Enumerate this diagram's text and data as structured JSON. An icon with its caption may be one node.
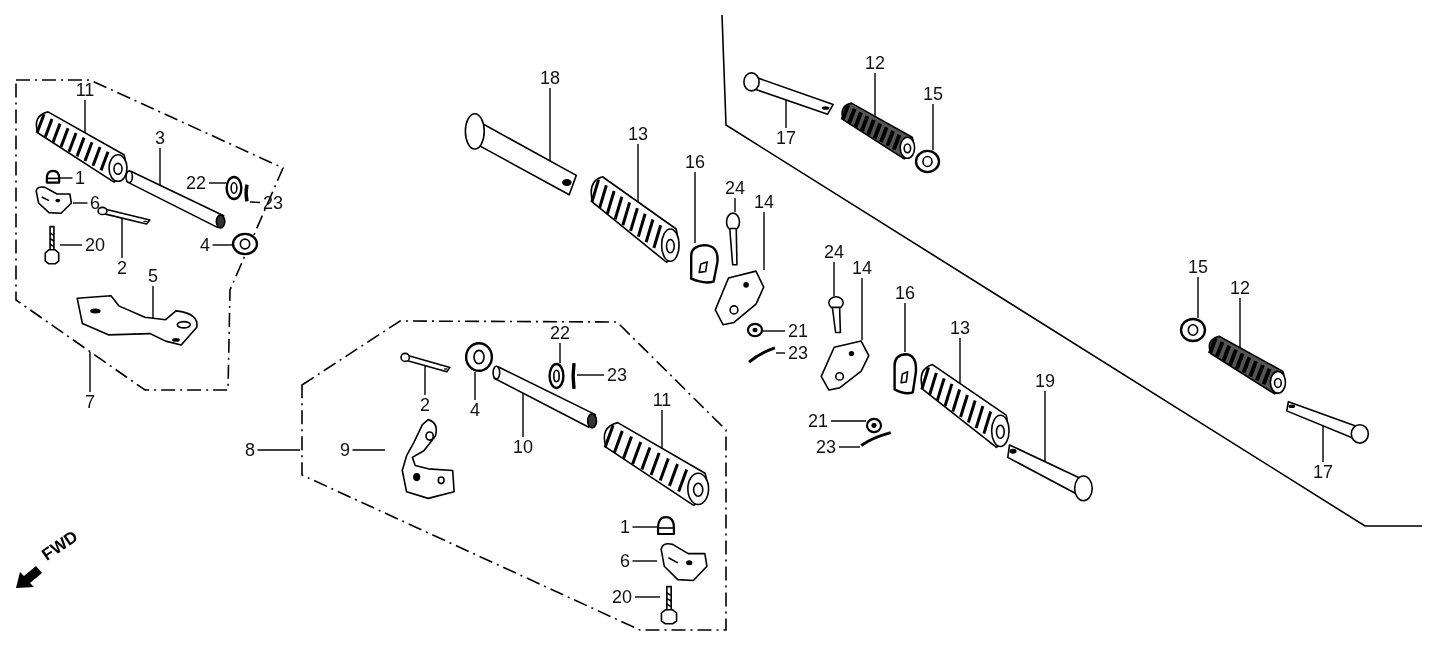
{
  "diagram": {
    "nodes": [
      {
        "text": [],
        "shape": "box"
      },
      {
        "text": [
          "11"
        ],
        "in": 0
      },
      {
        "text": [],
        "shape": "picture",
        "in": 0
      },
      {
        "text": [
          "1"
        ],
        "in": 0
      },
      {
        "text": [],
        "shape": "picture",
        "in": 0
      },
      {
        "text": [
          "6"
        ],
        "in": 0
      },
      {
        "text": [],
        "shape": "picture",
        "in": 0
      },
      {
        "text": [
          "3"
        ],
        "in": 0
      },
      {
        "text": [],
        "shape": "picture",
        "in": 0
      },
      {
        "text": [
          "22"
        ],
        "in": 0
      },
      {
        "text": [],
        "shape": "picture",
        "in": 0
      },
      {
        "text": [
          "23"
        ],
        "in": 0
      },
      {
        "text": [],
        "shape": "picture",
        "in": 0
      },
      {
        "text": [
          "20"
        ],
        "in": 0
      },
      {
        "text": [],
        "shape": "picture",
        "in": 0
      },
      {
        "text": [
          "2"
        ],
        "in": 0
      },
      {
        "text": [],
        "shape": "picture",
        "in": 0
      },
      {
        "text": [
          "4"
        ],
        "in": 0
      },
      {
        "text": [],
        "shape": "picture",
        "in": 0
      },
      {
        "text": [
          "5"
        ],
        "in": 0
      },
      {
        "text": [],
        "shape": "picture",
        "in": 0
      },
      {
        "text": [
          "7"
        ]
      },
      {
        "text": [
          "8"
        ]
      },
      {
        "text": [],
        "shape": "box"
      },
      {
        "text": [
          "2"
        ],
        "in": 23
      },
      {
        "text": [],
        "shape": "picture",
        "in": 23
      },
      {
        "text": [
          "4"
        ],
        "in": 23
      },
      {
        "text": [],
        "shape": "picture",
        "in": 23
      },
      {
        "text": [
          "22"
        ],
        "in": 23
      },
      {
        "text": [],
        "shape": "picture",
        "in": 23
      },
      {
        "text": [
          "23"
        ],
        "in": 23
      },
      {
        "text": [],
        "shape": "picture",
        "in": 23
      },
      {
        "text": [
          "9"
        ],
        "in": 23
      },
      {
        "text": [],
        "shape": "picture",
        "in": 23
      },
      {
        "text": [
          "10"
        ],
        "in": 23
      },
      {
        "text": [],
        "shape": "picture",
        "in": 23
      },
      {
        "text": [
          "11"
        ],
        "in": 23
      },
      {
        "text": [],
        "shape": "picture",
        "in": 23
      },
      {
        "text": [
          "1"
        ],
        "in": 23
      },
      {
        "text": [],
        "shape": "picture",
        "in": 23
      },
      {
        "text": [
          "6"
        ],
        "in": 23
      },
      {
        "text": [],
        "shape": "picture",
        "in": 23
      },
      {
        "text": [
          "20"
        ],
        "in": 23
      },
      {
        "text": [],
        "shape": "picture",
        "in": 23
      },
      {
        "text": [
          "18"
        ]
      },
      {
        "text": [],
        "shape": "picture"
      },
      {
        "text": [
          "13"
        ]
      },
      {
        "text": [],
        "shape": "picture"
      },
      {
        "text": [
          "16"
        ]
      },
      {
        "text": [],
        "shape": "picture"
      },
      {
        "text": [
          "24"
        ]
      },
      {
        "text": [],
        "shape": "picture"
      },
      {
        "text": [
          "14"
        ]
      },
      {
        "text": [],
        "shape": "picture"
      },
      {
        "text": [
          "21"
        ]
      },
      {
        "text": [],
        "shape": "picture"
      },
      {
        "text": [
          "23"
        ]
      },
      {
        "text": [],
        "shape": "picture"
      },
      {
        "text": [
          "17"
        ]
      },
      {
        "text": [],
        "shape": "picture"
      },
      {
        "text": [
          "12"
        ]
      },
      {
        "text": [],
        "shape": "picture"
      },
      {
        "text": [
          "15"
        ]
      },
      {
        "text": [],
        "shape": "picture"
      },
      {
        "text": [
          "24"
        ]
      },
      {
        "text": [],
        "shape": "picture"
      },
      {
        "text": [
          "14"
        ]
      },
      {
        "text": [],
        "shape": "picture"
      },
      {
        "text": [
          "16"
        ]
      },
      {
        "text": [],
        "shape": "picture"
      },
      {
        "text": [
          "13"
        ]
      },
      {
        "text": [],
        "shape": "picture"
      },
      {
        "text": [
          "19"
        ]
      },
      {
        "text": [],
        "shape": "picture"
      },
      {
        "text": [
          "21"
        ]
      },
      {
        "text": [],
        "shape": "picture"
      },
      {
        "text": [
          "23"
        ]
      },
      {
        "text": [],
        "shape": "picture"
      },
      {
        "text": [
          "15"
        ]
      },
      {
        "text": [],
        "shape": "picture"
      },
      {
        "text": [
          "12"
        ]
      },
      {
        "text": [],
        "shape": "picture"
      },
      {
        "text": [
          "17"
        ]
      },
      {
        "text": [],
        "shape": "picture"
      }
    ],
    "edges": [
      {
        "from": 1,
        "to": 2,
        "arrow": "none"
      },
      {
        "from": 3,
        "to": 4,
        "arrow": "none"
      },
      {
        "from": 5,
        "to": 6,
        "arrow": "none"
      },
      {
        "from": 7,
        "to": 8,
        "arrow": "none"
      },
      {
        "from": 9,
        "to": 10,
        "arrow": "none"
      },
      {
        "from": 11,
        "to": 12,
        "arrow": "none"
      },
      {
        "from": 13,
        "to": 14,
        "arrow": "none"
      },
      {
        "from": 15,
        "to": 16,
        "arrow": "none"
      },
      {
        "from": 17,
        "to": 18,
        "arrow": "none"
      },
      {
        "from": 19,
        "to": 20,
        "arrow": "none"
      },
      {
        "from": 21,
        "to": 0,
        "arrow": "none"
      },
      {
        "from": 22,
        "to": 23,
        "arrow": "none"
      },
      {
        "from": 24,
        "to": 25,
        "arrow": "none"
      },
      {
        "from": 26,
        "to": 27,
        "arrow": "none"
      },
      {
        "from": 28,
        "to": 29,
        "arrow": "none"
      },
      {
        "from": 30,
        "to": 31,
        "arrow": "none"
      },
      {
        "from": 32,
        "to": 33,
        "arrow": "none"
      },
      {
        "from": 34,
        "to": 35,
        "arrow": "none"
      },
      {
        "from": 36,
        "to": 37,
        "arrow": "none"
      },
      {
        "from": 38,
        "to": 39,
        "arrow": "none"
      },
      {
        "from": 40,
        "to": 41,
        "arrow": "none"
      },
      {
        "from": 42,
        "to": 43,
        "arrow": "none"
      },
      {
        "from": 44,
        "to": 45,
        "arrow": "none"
      },
      {
        "from": 46,
        "to": 47,
        "arrow": "none"
      },
      {
        "from": 48,
        "to": 49,
        "arrow": "none"
      },
      {
        "from": 50,
        "to": 51,
        "arrow": "none"
      },
      {
        "from": 52,
        "to": 53,
        "arrow": "none"
      },
      {
        "from": 54,
        "to": 55,
        "arrow": "none"
      },
      {
        "from": 56,
        "to": 57,
        "arrow": "none"
      },
      {
        "from": 58,
        "to": 59,
        "arrow": "none"
      },
      {
        "from": 60,
        "to": 61,
        "arrow": "none"
      },
      {
        "from": 62,
        "to": 63,
        "arrow": "none"
      },
      {
        "from": 64,
        "to": 65,
        "arrow": "none"
      },
      {
        "from": 66,
        "to": 67,
        "arrow": "none"
      },
      {
        "from": 68,
        "to": 69,
        "arrow": "none"
      },
      {
        "from": 70,
        "to": 71,
        "arrow": "none"
      },
      {
        "from": 72,
        "to": 73,
        "arrow": "none"
      },
      {
        "from": 74,
        "to": 75,
        "arrow": "none"
      },
      {
        "from": 76,
        "to": 77,
        "arrow": "none"
      },
      {
        "from": 78,
        "to": 79,
        "arrow": "none"
      },
      {
        "from": 80,
        "to": 81,
        "arrow": "none"
      },
      {
        "from": 82,
        "to": 83,
        "arrow": "none"
      }
    ],
    "labels": [
      "FWD"
    ]
  }
}
